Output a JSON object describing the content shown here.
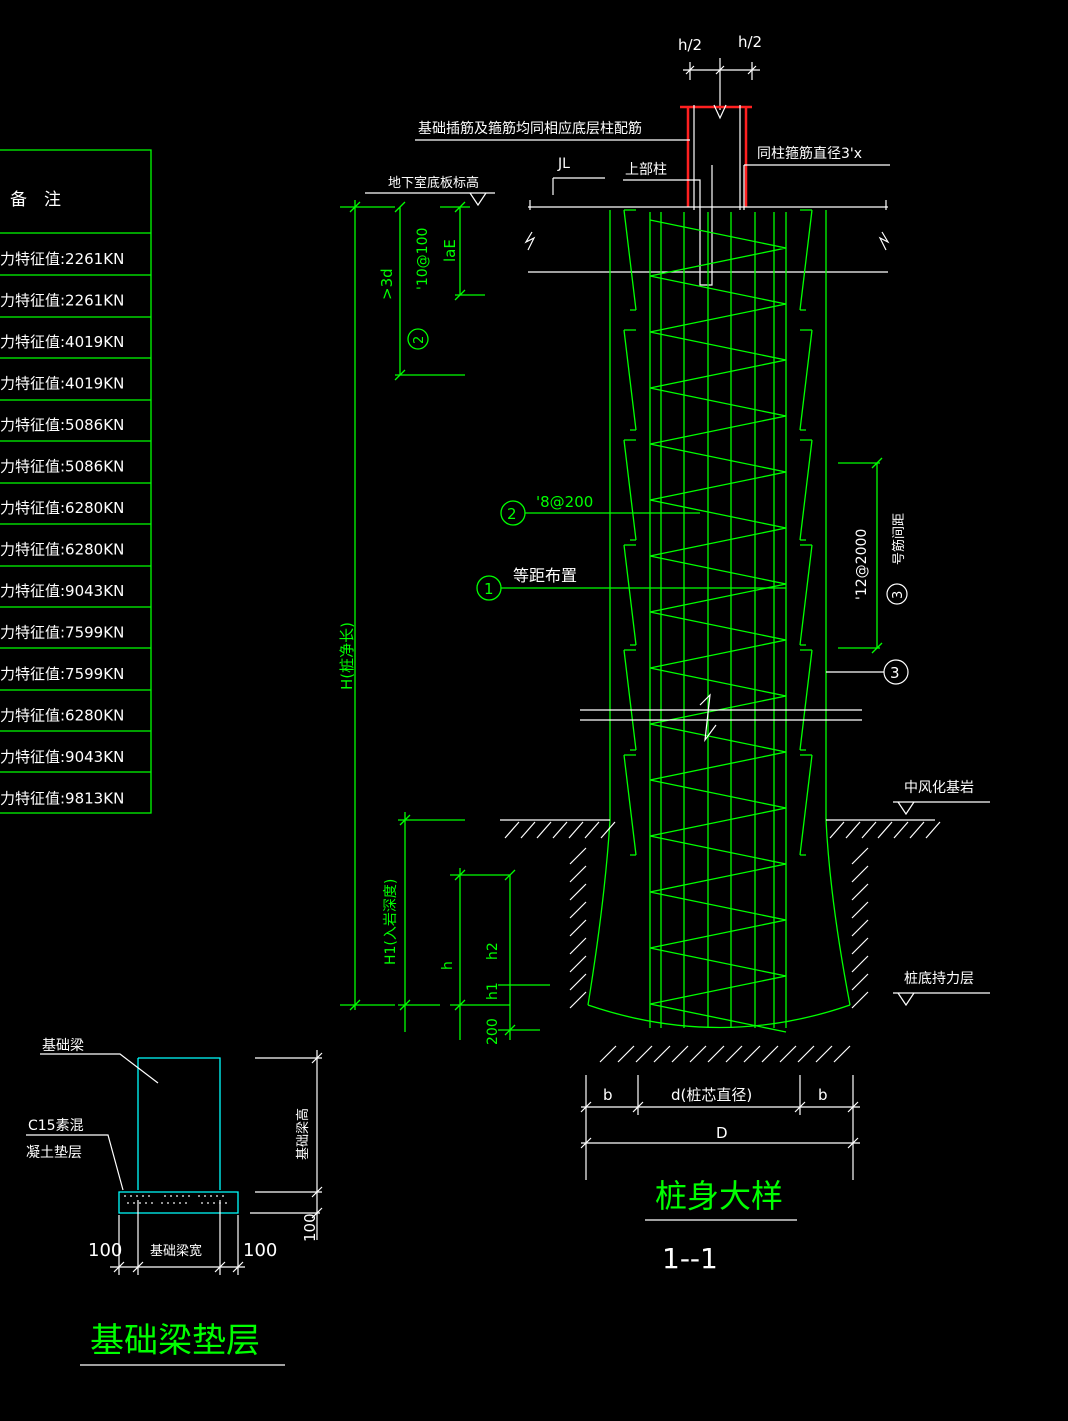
{
  "table": {
    "header": "备　注",
    "rows": [
      "力特征值:2261KN",
      "力特征值:2261KN",
      "力特征值:4019KN",
      "力特征值:4019KN",
      "力特征值:5086KN",
      "力特征值:5086KN",
      "力特征值:6280KN",
      "力特征值:6280KN",
      "力特征值:9043KN",
      "力特征值:7599KN",
      "力特征值:7599KN",
      "力特征值:6280KN",
      "力特征值:9043KN",
      "力特征值:9813KN"
    ]
  },
  "pile": {
    "top_note": "基础插筋及箍筋均同相应底层柱配筋",
    "h_half_left": "h/2",
    "h_half_right": "h/2",
    "stirrup_note": "同柱箍筋直径3'x",
    "jl": "JL",
    "upper_column": "上部柱",
    "basement_elev": "地下室底板标高",
    "dim_3d": ">3d",
    "rebar2_top": "'10@100",
    "lae": "laE",
    "rebar2_mid": "'8@200",
    "equal_spacing": "等距布置",
    "rebar3_side": "'12@2000",
    "rebar3_side_note": "号筋间距",
    "pile_length": "H(桩净长)",
    "weathered_rock": "中风化基岩",
    "bearing_layer": "桩底持力层",
    "rock_depth": "H1(入岩深度)",
    "dim_h": "h",
    "dim_h2": "h2",
    "dim_h1": "h1",
    "dim_200": "200",
    "dim_b_left": "b",
    "dim_d": "d(桩芯直径)",
    "dim_b_right": "b",
    "dim_D": "D",
    "title": "桩身大样",
    "section": "1--1",
    "circle_1": "1",
    "circle_2a": "2",
    "circle_2b": "2",
    "circle_3a": "3",
    "circle_3b": "3"
  },
  "beam": {
    "beam_label": "基础梁",
    "cushion_label_1": "C15素混",
    "cushion_label_2": "凝土垫层",
    "beam_height": "基础梁高",
    "dim_100_v": "100",
    "dim_100_left": "100",
    "beam_width": "基础梁宽",
    "dim_100_right": "100",
    "title": "基础梁垫层"
  },
  "colors": {
    "line": "#00ff00",
    "text": "#ffffff",
    "accent": "#00ffff",
    "rebar": "#ff2020",
    "background": "#000000"
  }
}
